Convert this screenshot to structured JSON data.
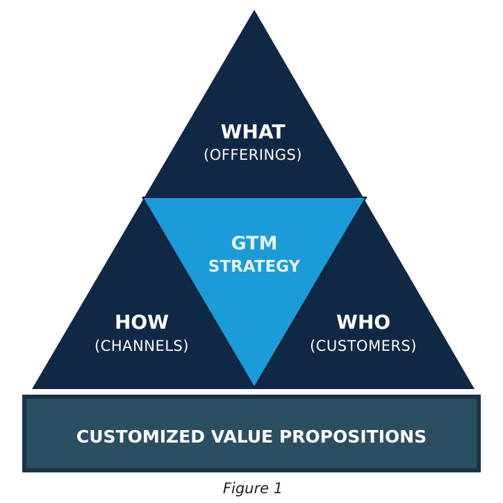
{
  "diagram": {
    "top": {
      "title": "WHAT",
      "subtitle": "(OFFERINGS)"
    },
    "left": {
      "title": "HOW",
      "subtitle": "(CHANNELS)"
    },
    "right": {
      "title": "WHO",
      "subtitle": "(CUSTOMERS)"
    },
    "center": {
      "title": "GTM",
      "subtitle": "STRATEGY"
    },
    "base": {
      "label": "CUSTOMIZED VALUE PROPOSITIONS"
    },
    "caption": "Figure 1"
  },
  "colors": {
    "navy": "#0f2845",
    "center_blue": "#1b9bd8",
    "base_slate": "#2b4f62",
    "base_border": "#1a3447",
    "text_white": "#ffffff"
  }
}
